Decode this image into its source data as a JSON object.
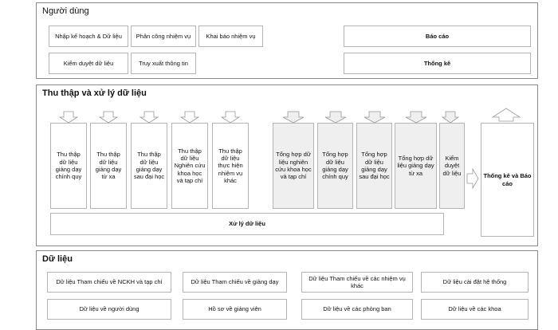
{
  "users": {
    "title": "Người dùng",
    "items": [
      "Nhập kế hoạch & Dữ liệu",
      "Phân công nhiệm vụ",
      "Khai báo nhiệm vụ",
      "Kiểm duyệt dữ liệu",
      "Truy xuất thông tin"
    ],
    "report": "Báo cáo",
    "stats": "Thống kê"
  },
  "processing": {
    "title": "Thu thập và xử lý dữ liệu",
    "collect": [
      "Thu thập dữ liệu giảng dạy chính quy",
      "Thu thập dữ liệu giảng dạy từ xa",
      "Thu thập dữ liệu giảng dạy sau đại học",
      "Thu thập dữ liệu Nghiên cứu khoa học và tạp chí",
      "Thu thập dữ liệu thực hiện nhiệm vụ khác"
    ],
    "aggregate": [
      "Tổng hợp dữ liệu nghiên cứu khoa học và tạp chí",
      "Tổng hợp dữ liệu giảng dạy chính quy",
      "Tổng hợp dữ liệu giảng dạy sau đại học",
      "Tổng hợp dữ liệu giảng dạy từ xa",
      "Kiểm duyệt dữ liệu"
    ],
    "stats_report": "Thống kê và Báo cáo",
    "process": "Xử lý dữ liệu"
  },
  "data": {
    "title": "Dữ liệu",
    "items": [
      "Dữ liệu Tham chiếu về NCKH và tạp chí",
      "Dữ liệu Tham chiếu về giảng dạy",
      "Dữ liệu Tham chiếu về các nhiệm vụ khác",
      "Dữ liệu cài đặt hệ thống",
      "Dữ liệu về người dùng",
      "Hồ sơ về giảng viên",
      "Dữ liệu về các phòng ban",
      "Dữ liệu về các khoa"
    ]
  }
}
